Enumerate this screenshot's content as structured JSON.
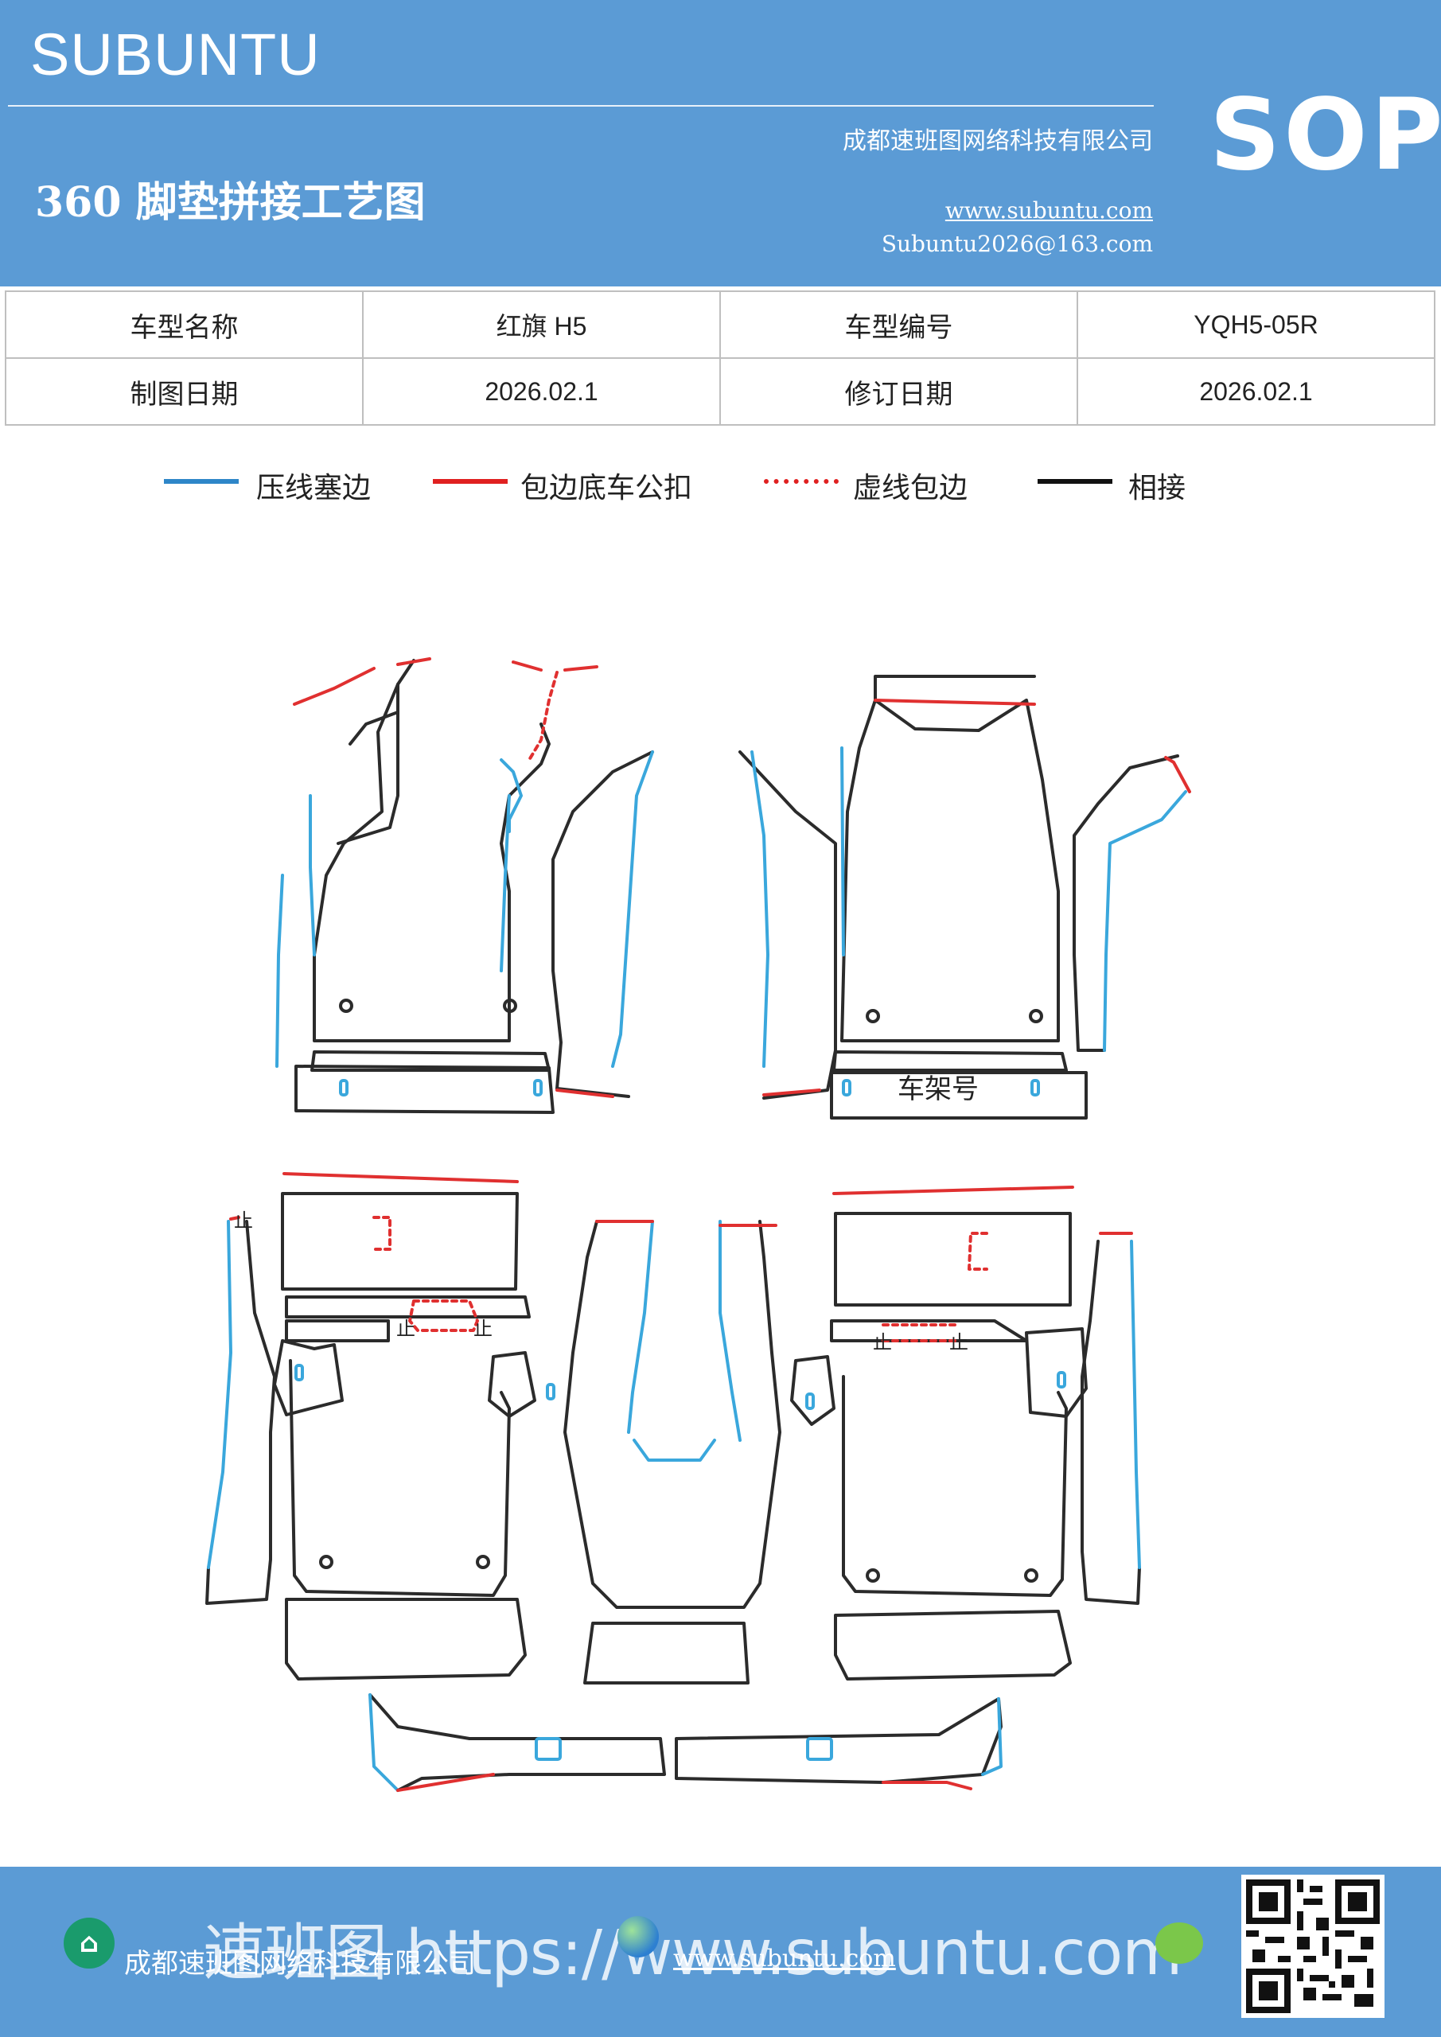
{
  "header": {
    "brand": "SUBUNTU",
    "title": "360 脚垫拼接工艺图",
    "company": "成都速班图网络科技有限公司",
    "website": "www.subuntu.com",
    "email": "Subuntu2026@163.com",
    "badge": "SOP",
    "background_color": "#5b9bd5"
  },
  "info_table": {
    "rows": [
      [
        "车型名称",
        "红旗 H5",
        "车型编号",
        "YQH5-05R"
      ],
      [
        "制图日期",
        "2026.02.1",
        "修订日期",
        "2026.02.1"
      ]
    ]
  },
  "legend": [
    {
      "label": "压线塞边",
      "color": "#2e86c8",
      "style": "solid"
    },
    {
      "label": "包边底车公扣",
      "color": "#e02020",
      "style": "solid"
    },
    {
      "label": "虚线包边",
      "color": "#e02020",
      "style": "dashed"
    },
    {
      "label": "相接",
      "color": "#111111",
      "style": "solid"
    }
  ],
  "diagram": {
    "chassis_label": "车架号",
    "fastener_marks": [
      "止",
      "止",
      "止",
      "止",
      "止"
    ],
    "colors": {
      "press": "#3aa7dc",
      "wrap": "#e03030",
      "join": "#2b2b2b"
    }
  },
  "footer": {
    "company": "成都速班图网络科技有限公司",
    "watermark": "速班图 https://www.subuntu.com",
    "url": "www.subuntu.com"
  }
}
